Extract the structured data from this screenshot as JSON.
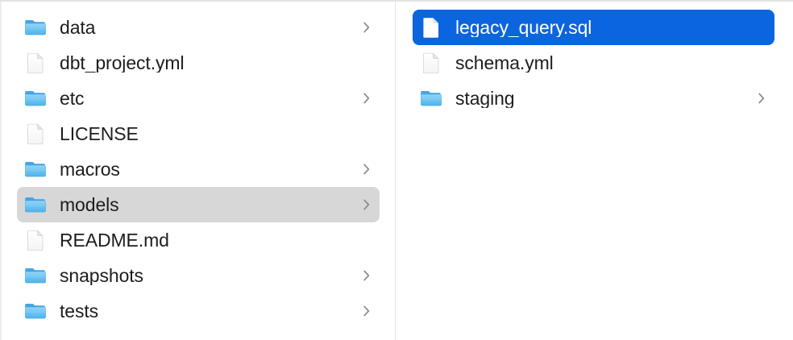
{
  "window": {
    "view": "column-view",
    "accent_color": "#0b65df",
    "inactive_selection_color": "#d7d7d7",
    "text_color": "#1d1d1f",
    "selected_text_color": "#ffffff",
    "background_color": "#ffffff",
    "divider_color": "#e3e3e5"
  },
  "columns": [
    {
      "name": "parent-column",
      "items": [
        {
          "label": "data",
          "kind": "folder",
          "icon": "folder-icon",
          "has_chevron": true,
          "selected": false
        },
        {
          "label": "dbt_project.yml",
          "kind": "file",
          "icon": "document-icon",
          "has_chevron": false,
          "selected": false
        },
        {
          "label": "etc",
          "kind": "folder",
          "icon": "folder-icon",
          "has_chevron": true,
          "selected": false
        },
        {
          "label": "LICENSE",
          "kind": "file",
          "icon": "document-icon",
          "has_chevron": false,
          "selected": false
        },
        {
          "label": "macros",
          "kind": "folder",
          "icon": "folder-icon",
          "has_chevron": true,
          "selected": false
        },
        {
          "label": "models",
          "kind": "folder",
          "icon": "folder-icon",
          "has_chevron": true,
          "selected": "inactive"
        },
        {
          "label": "README.md",
          "kind": "file",
          "icon": "document-icon",
          "has_chevron": false,
          "selected": false
        },
        {
          "label": "snapshots",
          "kind": "folder",
          "icon": "folder-icon",
          "has_chevron": true,
          "selected": false
        },
        {
          "label": "tests",
          "kind": "folder",
          "icon": "folder-icon",
          "has_chevron": true,
          "selected": false
        }
      ]
    },
    {
      "name": "child-column",
      "items": [
        {
          "label": "legacy_query.sql",
          "kind": "file",
          "icon": "document-icon",
          "has_chevron": false,
          "selected": "active"
        },
        {
          "label": "schema.yml",
          "kind": "file",
          "icon": "document-icon",
          "has_chevron": false,
          "selected": false
        },
        {
          "label": "staging",
          "kind": "folder",
          "icon": "folder-icon",
          "has_chevron": true,
          "selected": false
        }
      ]
    }
  ]
}
